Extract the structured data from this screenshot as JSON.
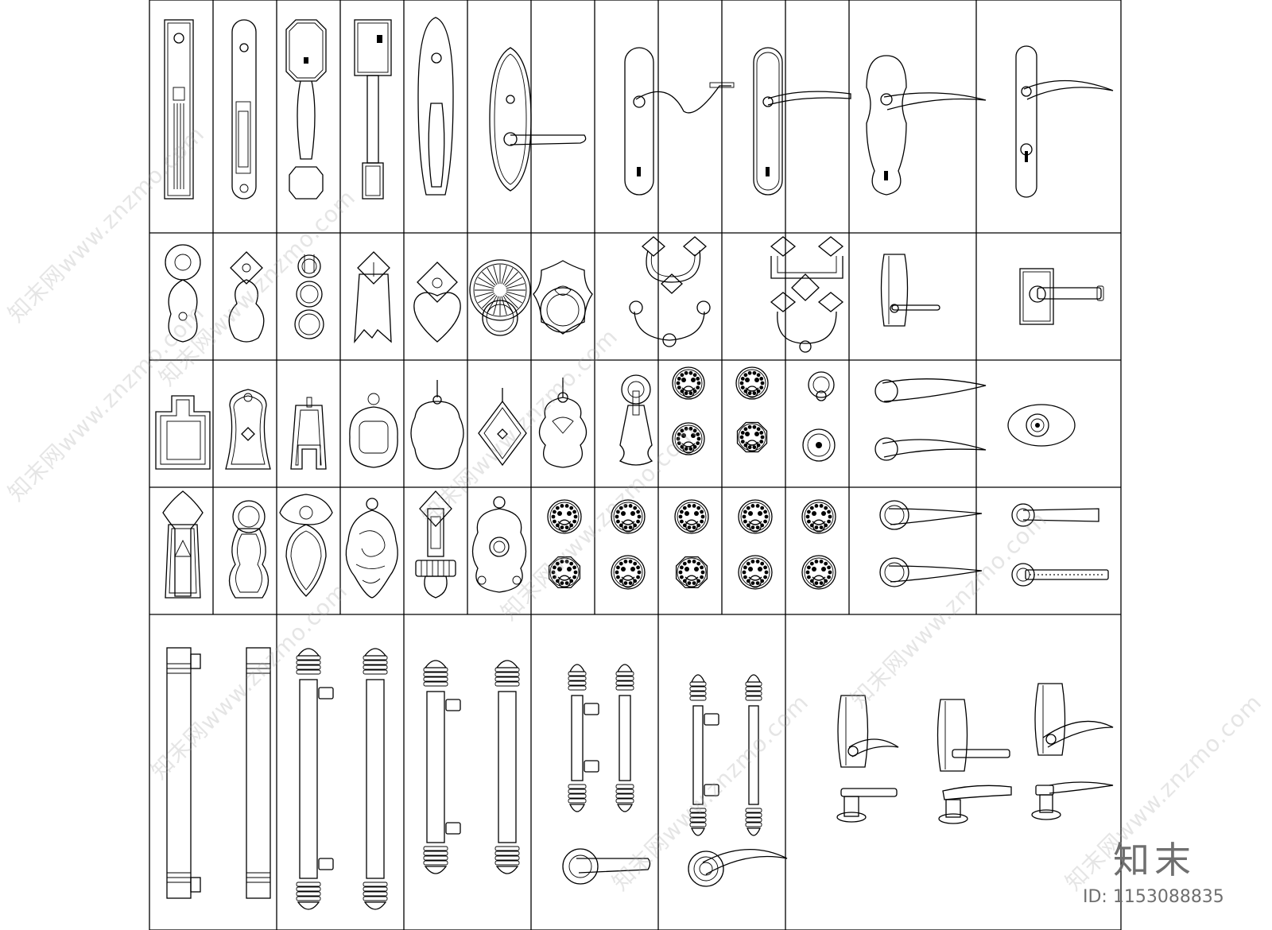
{
  "watermark": {
    "site": "www.znzmo.com",
    "repeat_lines": [
      "知末网www.znzmo.com",
      "知末网www.znzmo.com",
      "知末网www.znzmo.com",
      "知末网www.znzmo.com",
      "知末网www.znzmo.com",
      "知末网www.znzmo.com",
      "知末网www.znzmo.com",
      "知末网www.znzmo.com",
      "知末网www.znzmo.com"
    ]
  },
  "brand": {
    "logo_text": "知末",
    "id_text": "ID: 1153088835"
  },
  "colors": {
    "line": "#000000",
    "background": "#ffffff",
    "watermark": "#a0a0a0"
  }
}
